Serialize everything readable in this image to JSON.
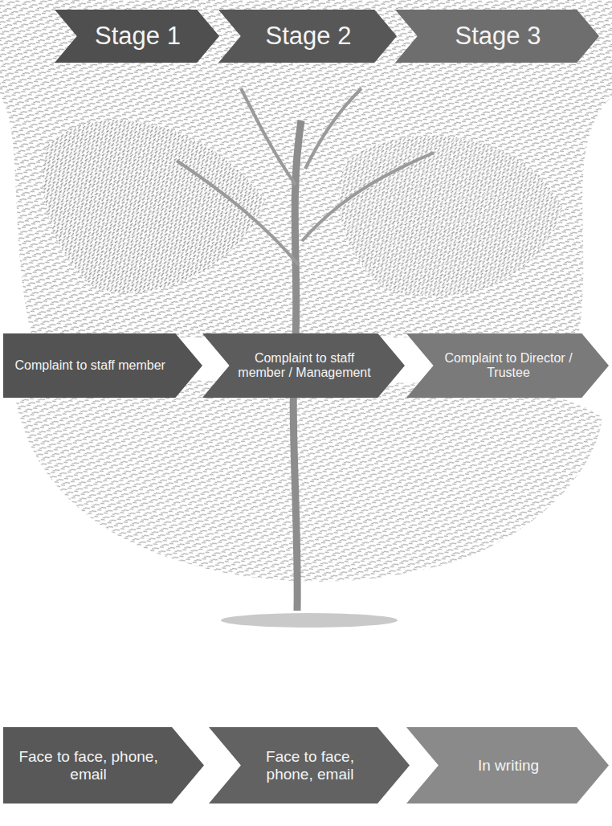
{
  "diagram": {
    "nodes": [
      {
        "text": [
          "Stage 1"
        ]
      },
      {
        "text": [
          "Stage 2"
        ]
      },
      {
        "text": [
          "Stage 3"
        ]
      },
      {
        "text": [
          "Complaint to staff member"
        ]
      },
      {
        "text": [
          "Complaint to staff member / Management"
        ]
      },
      {
        "text": [
          "Complaint to Director / Trustee"
        ]
      },
      {
        "text": [
          "Face to face, phone, email"
        ]
      },
      {
        "text": [
          "Face to face, phone, email"
        ]
      },
      {
        "text": [
          "In writing"
        ]
      }
    ]
  }
}
